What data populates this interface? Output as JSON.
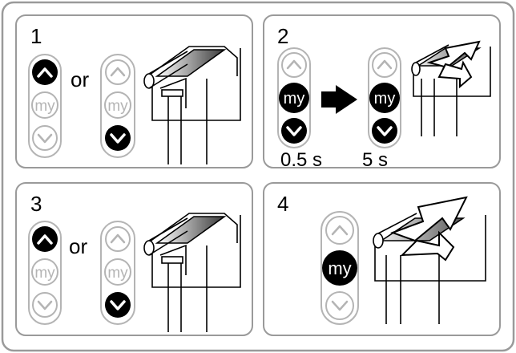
{
  "steps": [
    {
      "number": "1",
      "connector": "or"
    },
    {
      "number": "2",
      "time_first": "0.5 s",
      "time_second": "5 s"
    },
    {
      "number": "3",
      "connector": "or"
    },
    {
      "number": "4"
    }
  ],
  "remote": {
    "my_label": "my"
  },
  "icons": {
    "up": "chevron-up-icon",
    "down": "chevron-down-icon",
    "arrow": "right-arrow-icon",
    "awning": "awning-icon",
    "movement": "double-arrow-icon"
  },
  "colors": {
    "ink": "#000000",
    "frame": "#9a9a9a",
    "inactive": "#b4b4b4"
  }
}
